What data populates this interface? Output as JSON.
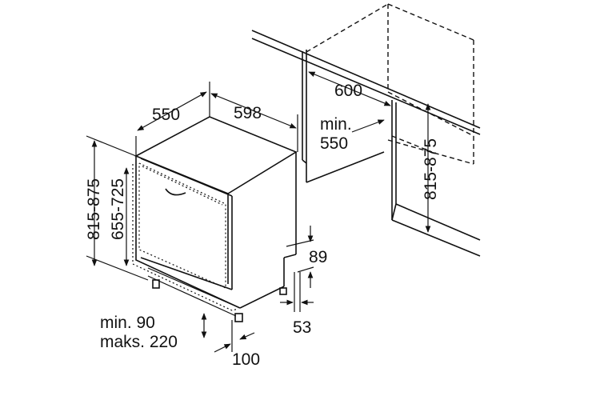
{
  "dimensions": {
    "depth": "550",
    "width": "598",
    "niche_width": "600",
    "niche_min_label": "min.",
    "niche_min_depth": "550",
    "niche_height": "815-875",
    "height_range": "815-875",
    "door_height": "655-725",
    "plinth_top": "89",
    "plinth_depth": "53",
    "foot_height": "100",
    "plinth_min": "min. 90",
    "plinth_max": "maks. 220"
  }
}
